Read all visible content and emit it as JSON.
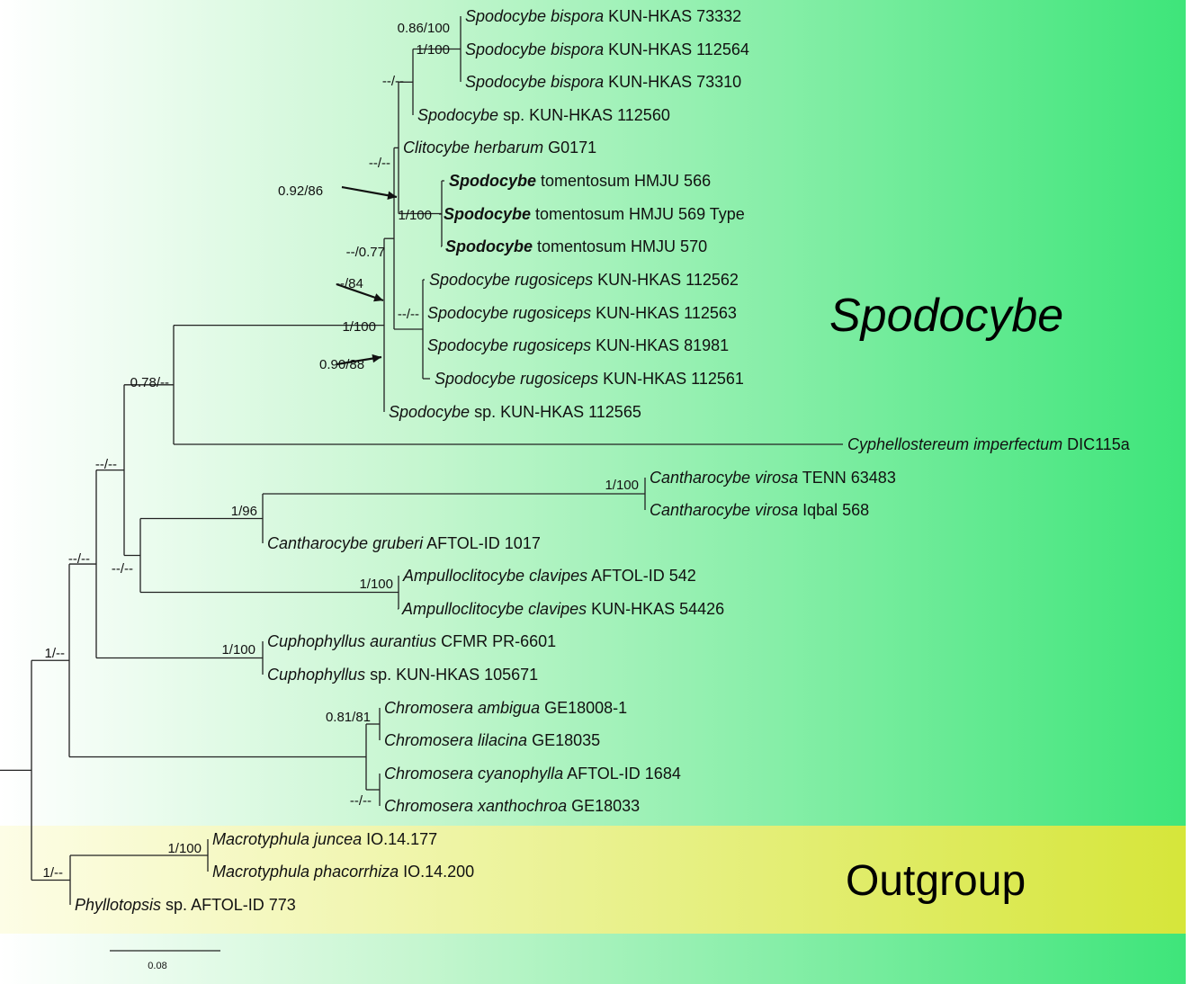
{
  "clades": {
    "ingroup_label": "Spodocybe",
    "outgroup_label": "Outgroup"
  },
  "colors": {
    "ingroup_start": "#ffffff",
    "ingroup_end": "#3ee57a",
    "outgroup_start": "#fdfde6",
    "outgroup_end": "#d6e63a"
  },
  "taxa": [
    {
      "id": "t1",
      "genus_epithet": "Spodocybe bispora",
      "voucher": "KUN-HKAS 73332"
    },
    {
      "id": "t2",
      "genus_epithet": "Spodocybe bispora",
      "voucher": "KUN-HKAS 112564"
    },
    {
      "id": "t3",
      "genus_epithet": "Spodocybe bispora",
      "voucher": "KUN-HKAS 73310"
    },
    {
      "id": "t4",
      "genus_epithet": "Spodocybe",
      "extra": "sp.",
      "voucher": "KUN-HKAS 112560"
    },
    {
      "id": "t5",
      "genus_epithet": "Clitocybe herbarum",
      "voucher": "G0171"
    },
    {
      "id": "t6",
      "genus_epithet": "Spodocybe",
      "voucher": "tomentosum HMJU 566",
      "bold": true
    },
    {
      "id": "t7",
      "genus_epithet": "Spodocybe",
      "voucher": "tomentosum HMJU 569",
      "bold": true,
      "note": "Type"
    },
    {
      "id": "t8",
      "genus_epithet": "Spodocybe",
      "voucher": "tomentosum HMJU 570",
      "bold": true
    },
    {
      "id": "t9",
      "genus_epithet": "Spodocybe rugosiceps",
      "voucher": "KUN-HKAS 112562"
    },
    {
      "id": "t10",
      "genus_epithet": "Spodocybe rugosiceps",
      "voucher": "KUN-HKAS 112563"
    },
    {
      "id": "t11",
      "genus_epithet": "Spodocybe rugosiceps",
      "voucher": "KUN-HKAS 81981"
    },
    {
      "id": "t12",
      "genus_epithet": "Spodocybe rugosiceps",
      "voucher": "KUN-HKAS 112561"
    },
    {
      "id": "t13",
      "genus_epithet": "Spodocybe",
      "extra": "sp.",
      "voucher": "KUN-HKAS 112565"
    },
    {
      "id": "t14",
      "genus_epithet": "Cyphellostereum imperfectum",
      "voucher": "DIC115a"
    },
    {
      "id": "t15",
      "genus_epithet": "Cantharocybe virosa",
      "voucher": "TENN 63483"
    },
    {
      "id": "t16",
      "genus_epithet": "Cantharocybe virosa",
      "voucher": "Iqbal 568"
    },
    {
      "id": "t17",
      "genus_epithet": "Cantharocybe gruberi",
      "voucher": "AFTOL-ID 1017"
    },
    {
      "id": "t18",
      "genus_epithet": "Ampulloclitocybe clavipes",
      "voucher": "AFTOL-ID 542"
    },
    {
      "id": "t19",
      "genus_epithet": "Ampulloclitocybe clavipes",
      "voucher": "KUN-HKAS 54426"
    },
    {
      "id": "t20",
      "genus_epithet": "Cuphophyllus aurantius",
      "voucher": "CFMR PR-6601"
    },
    {
      "id": "t21",
      "genus_epithet": "Cuphophyllus",
      "extra": "sp.",
      "voucher": "KUN-HKAS 105671"
    },
    {
      "id": "t22",
      "genus_epithet": "Chromosera ambigua",
      "voucher": "GE18008-1"
    },
    {
      "id": "t23",
      "genus_epithet": "Chromosera lilacina",
      "voucher": "GE18035"
    },
    {
      "id": "t24",
      "genus_epithet": "Chromosera cyanophylla",
      "voucher": "AFTOL-ID 1684"
    },
    {
      "id": "t25",
      "genus_epithet": "Chromosera xanthochroa",
      "voucher": "GE18033"
    },
    {
      "id": "t26",
      "genus_epithet": "Macrotyphula juncea",
      "voucher": "IO.14.177"
    },
    {
      "id": "t27",
      "genus_epithet": "Macrotyphula phacorrhiza",
      "voucher": "IO.14.200"
    },
    {
      "id": "t28",
      "genus_epithet": "Phyllotopsis",
      "extra": "sp.",
      "voucher": "AFTOL-ID 773"
    }
  ],
  "support_values": [
    "0.86/100",
    "1/100",
    "--/--",
    "--/--",
    "0.92/86",
    "1/100",
    "--/0.77",
    "--/84",
    "--/--",
    "1/100",
    "0.90/88",
    "0.78/--",
    "--/--",
    "1/96",
    "1/100",
    "1/100",
    "--/--",
    "--/--",
    "1/100",
    "0.81/81",
    "--/--",
    "1/--",
    "1/100",
    "1/--"
  ],
  "scale_bar": {
    "label": "0.08",
    "length_units": 0.08
  }
}
